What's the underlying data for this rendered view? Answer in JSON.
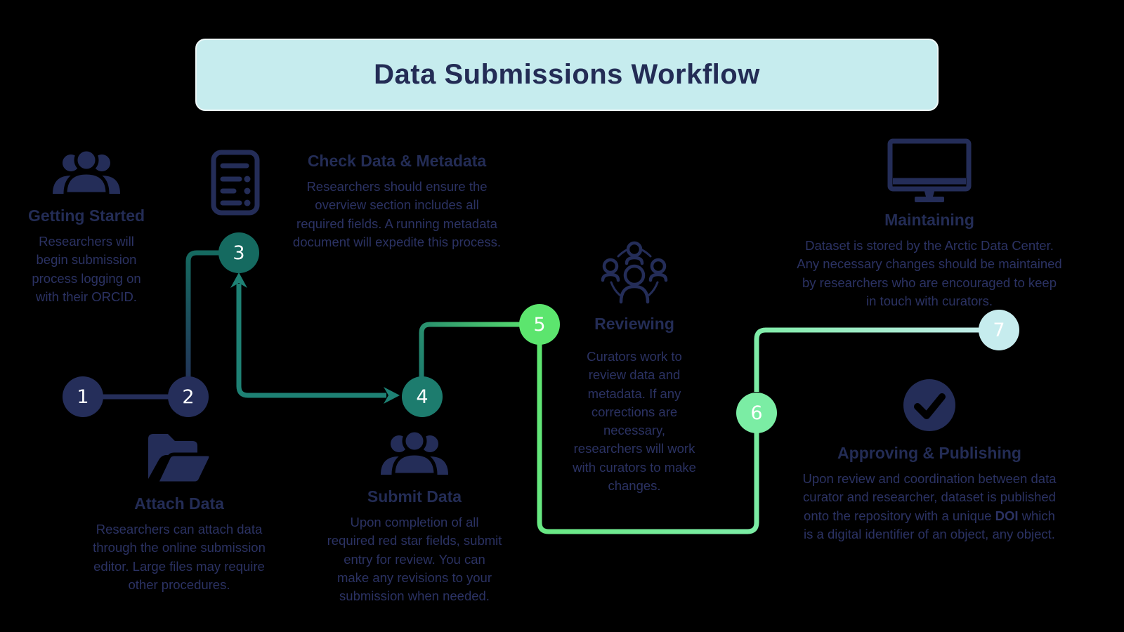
{
  "background": "#000000",
  "colors": {
    "navy": "#242d58",
    "body_text": "#2b3263",
    "teal_dark": "#156a60",
    "teal": "#1d7c6e",
    "arrow_teal": "#1e8174",
    "green": "#5ce56e",
    "mint": "#7beda4",
    "pale_cyan": "#c6ecee"
  },
  "banner": {
    "title": "Data Submissions Workflow"
  },
  "steps": [
    {
      "label": "1",
      "color": "#252e5a"
    },
    {
      "label": "2",
      "color": "#252e5a"
    },
    {
      "label": "3",
      "color": "#156a60"
    },
    {
      "label": "4",
      "color": "#1d7c6e"
    },
    {
      "label": "5",
      "color": "#5ce56e"
    },
    {
      "label": "6",
      "color": "#7beda4"
    },
    {
      "label": "7",
      "color": "#c6ecee"
    }
  ],
  "cards": {
    "getting_started": {
      "icon": "people-group-icon",
      "title": "Getting Started",
      "body": "Researchers will\nbegin submission\nprocess logging on\nwith their ORCID."
    },
    "check_data": {
      "icon": "document-list-icon",
      "title": "Check Data & Metadata",
      "body": "Researchers should ensure the\noverview section includes all\nrequired fields. A running metadata\ndocument will expedite this process."
    },
    "attach_data": {
      "icon": "open-folder-icon",
      "title": "Attach Data",
      "body": "Researchers can attach data\nthrough the online submission\neditor. Large files may require\nother procedures."
    },
    "submit_data": {
      "icon": "people-group-icon",
      "title": "Submit Data",
      "body": "Upon completion of all\nrequired red star fields, submit\nentry for review. You can\nmake any revisions to your\nsubmission when needed."
    },
    "reviewing": {
      "icon": "people-circle-icon",
      "title": "Reviewing",
      "body": "Curators work to\nreview data and\nmetadata. If any\ncorrections are\nnecessary,\nresearchers will work\nwith curators to make\nchanges."
    },
    "maintaining": {
      "icon": "monitor-icon",
      "title": "Maintaining",
      "body": "Dataset is stored by the Arctic Data Center.\nAny necessary changes should be maintained\nby researchers who are encouraged to keep\nin touch with curators."
    },
    "approving": {
      "icon": "check-circle-icon",
      "title": "Approving & Publishing",
      "body_before": "Upon review and coordination between data\ncurator and researcher, dataset is published\nonto the repository with a unique ",
      "body_bold": "DOI",
      "body_after": " which\nis a digital identifier of an object, any object."
    }
  }
}
